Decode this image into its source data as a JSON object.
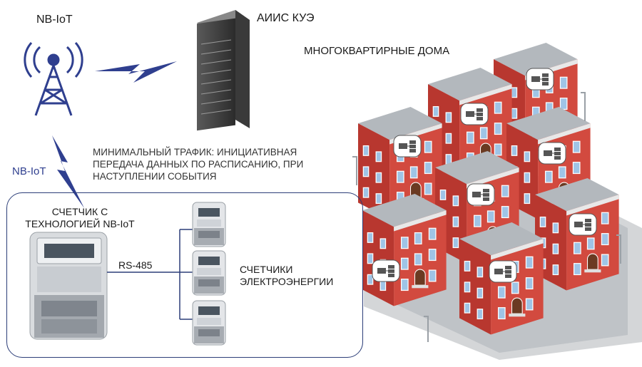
{
  "tower_label": "NB-IoT",
  "server_label": "АИИС КУЭ",
  "houses_label": "МНОГОКВАРТИРНЫЕ ДОМА",
  "link_label": "NB-IoT",
  "traffic_note": [
    "МИНИМАЛЬНЫЙ ТРАФИК: ИНИЦИАТИВНАЯ",
    "ПЕРЕДАЧА ДАННЫХ ПО РАСПИСАНИЮ, ПРИ",
    "НАСТУПЛЕНИИ СОБЫТИЯ"
  ],
  "main_meter_label": [
    "СЧЕТЧИК С",
    "ТЕХНОЛОГИЕЙ NB-IoT"
  ],
  "bus_label": "RS-485",
  "meters_label": [
    "СЧЕТЧИКИ",
    "ЭЛЕКТРОЭНЕРГИИ"
  ],
  "colors": {
    "tower": "#2f3f8f",
    "bolt": "#2f3f8f",
    "brick": "#c9443a",
    "roof": "#9ea4aa",
    "frame": "#2c3e78"
  }
}
